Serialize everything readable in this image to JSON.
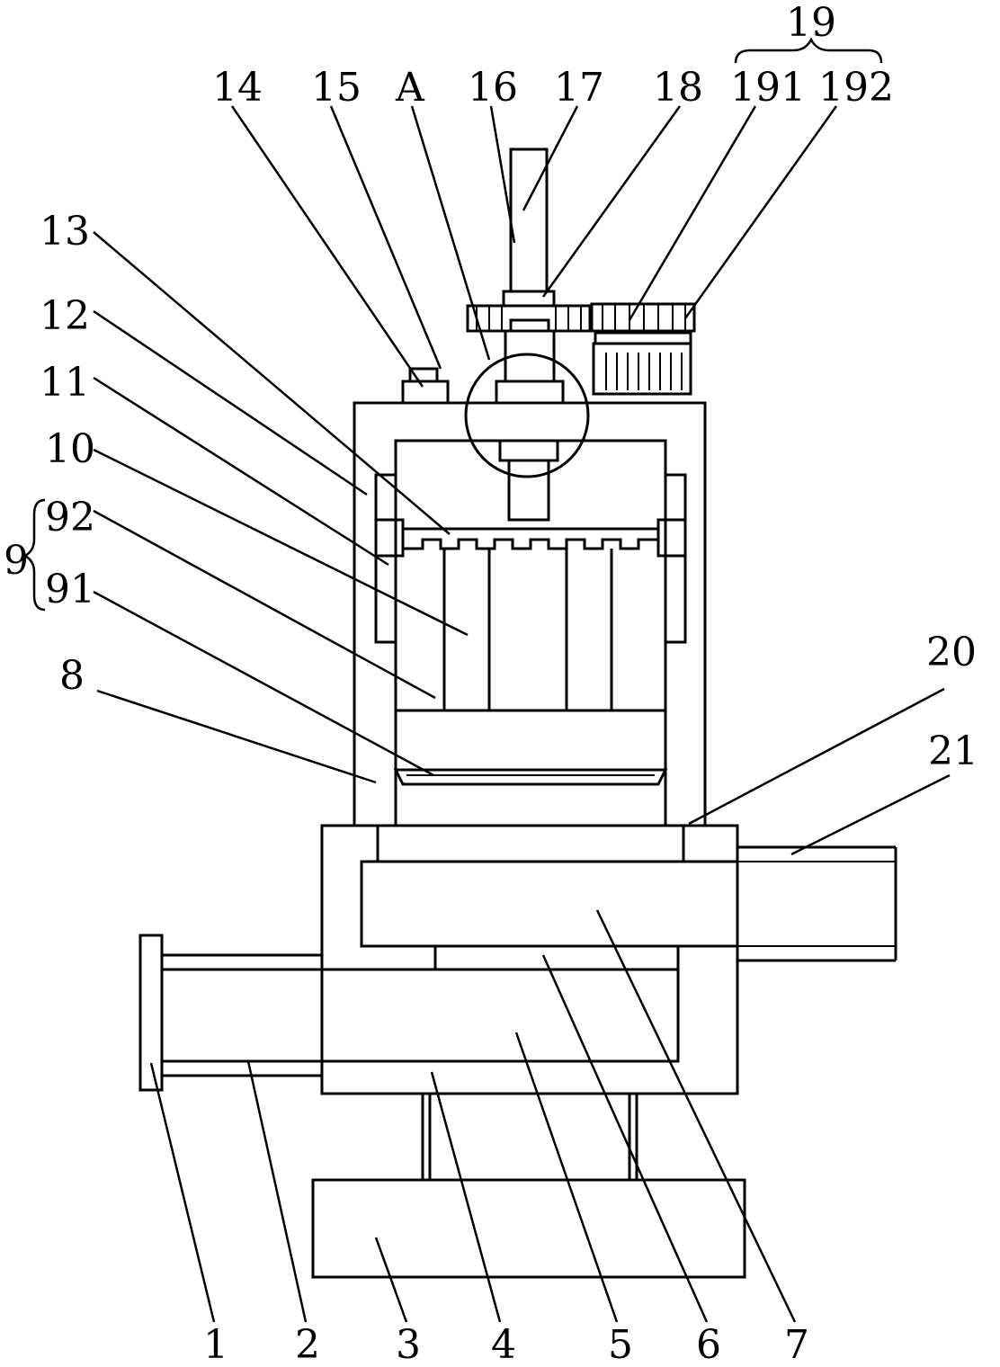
{
  "diagram": {
    "labels": {
      "n1": "1",
      "n2": "2",
      "n3": "3",
      "n4": "4",
      "n5": "5",
      "n6": "6",
      "n7": "7",
      "n8": "8",
      "n9": "9",
      "n91": "91",
      "n92": "92",
      "n10": "10",
      "n11": "11",
      "n12": "12",
      "n13": "13",
      "n14": "14",
      "n15": "15",
      "nA": "A",
      "n16": "16",
      "n17": "17",
      "n18": "18",
      "n19": "19",
      "n191": "191",
      "n192": "192",
      "n20": "20",
      "n21": "21"
    }
  }
}
